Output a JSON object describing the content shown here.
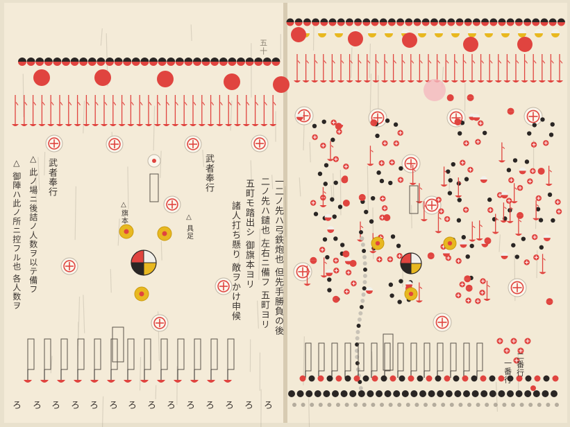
{
  "book": {
    "left_page": {
      "top_label": "五十",
      "notes": [
        {
          "text": "武者奉行"
        },
        {
          "text": "武者奉行"
        },
        {
          "text": "△旗本"
        },
        {
          "text": "△ 具足"
        },
        {
          "text": "△ 此ノ場ニ後詰ノ人数ヲ以テ備フ"
        },
        {
          "text": "△ 御陣ハ此ノ所ニ控フル也 各人数ヲ"
        },
        {
          "text": "一二ノ先ハ弓鉄炮也 但先手勝負の後"
        },
        {
          "text": "二ノ先ハ鑓也 左右ニ備フ 五町ヨリ"
        },
        {
          "text": "五町モ踏出シ 御旗本ヨリ"
        },
        {
          "text": "諸人打ち懸り 敵ヲかけ申候"
        }
      ],
      "row_marks": [
        "ろ",
        "ろ",
        "ろ",
        "ろ",
        "ろ",
        "ろ",
        "ろ",
        "ろ",
        "ろ",
        "ろ",
        "ろ",
        "ろ",
        "ろ",
        "ろ"
      ]
    },
    "right_page": {
      "notes": [
        {
          "text": "二番行"
        },
        {
          "text": "一番行"
        }
      ]
    },
    "colors": {
      "paper": "#f3ead7",
      "ink": "#2a2624",
      "red": "#e0443f",
      "yellow": "#e8b820",
      "gutter": "#c9bca3"
    },
    "icons": [
      "red-disc-icon",
      "cross-circle-icon",
      "banner-pole-icon",
      "quartered-crest-icon",
      "yellow-disc-icon"
    ]
  }
}
